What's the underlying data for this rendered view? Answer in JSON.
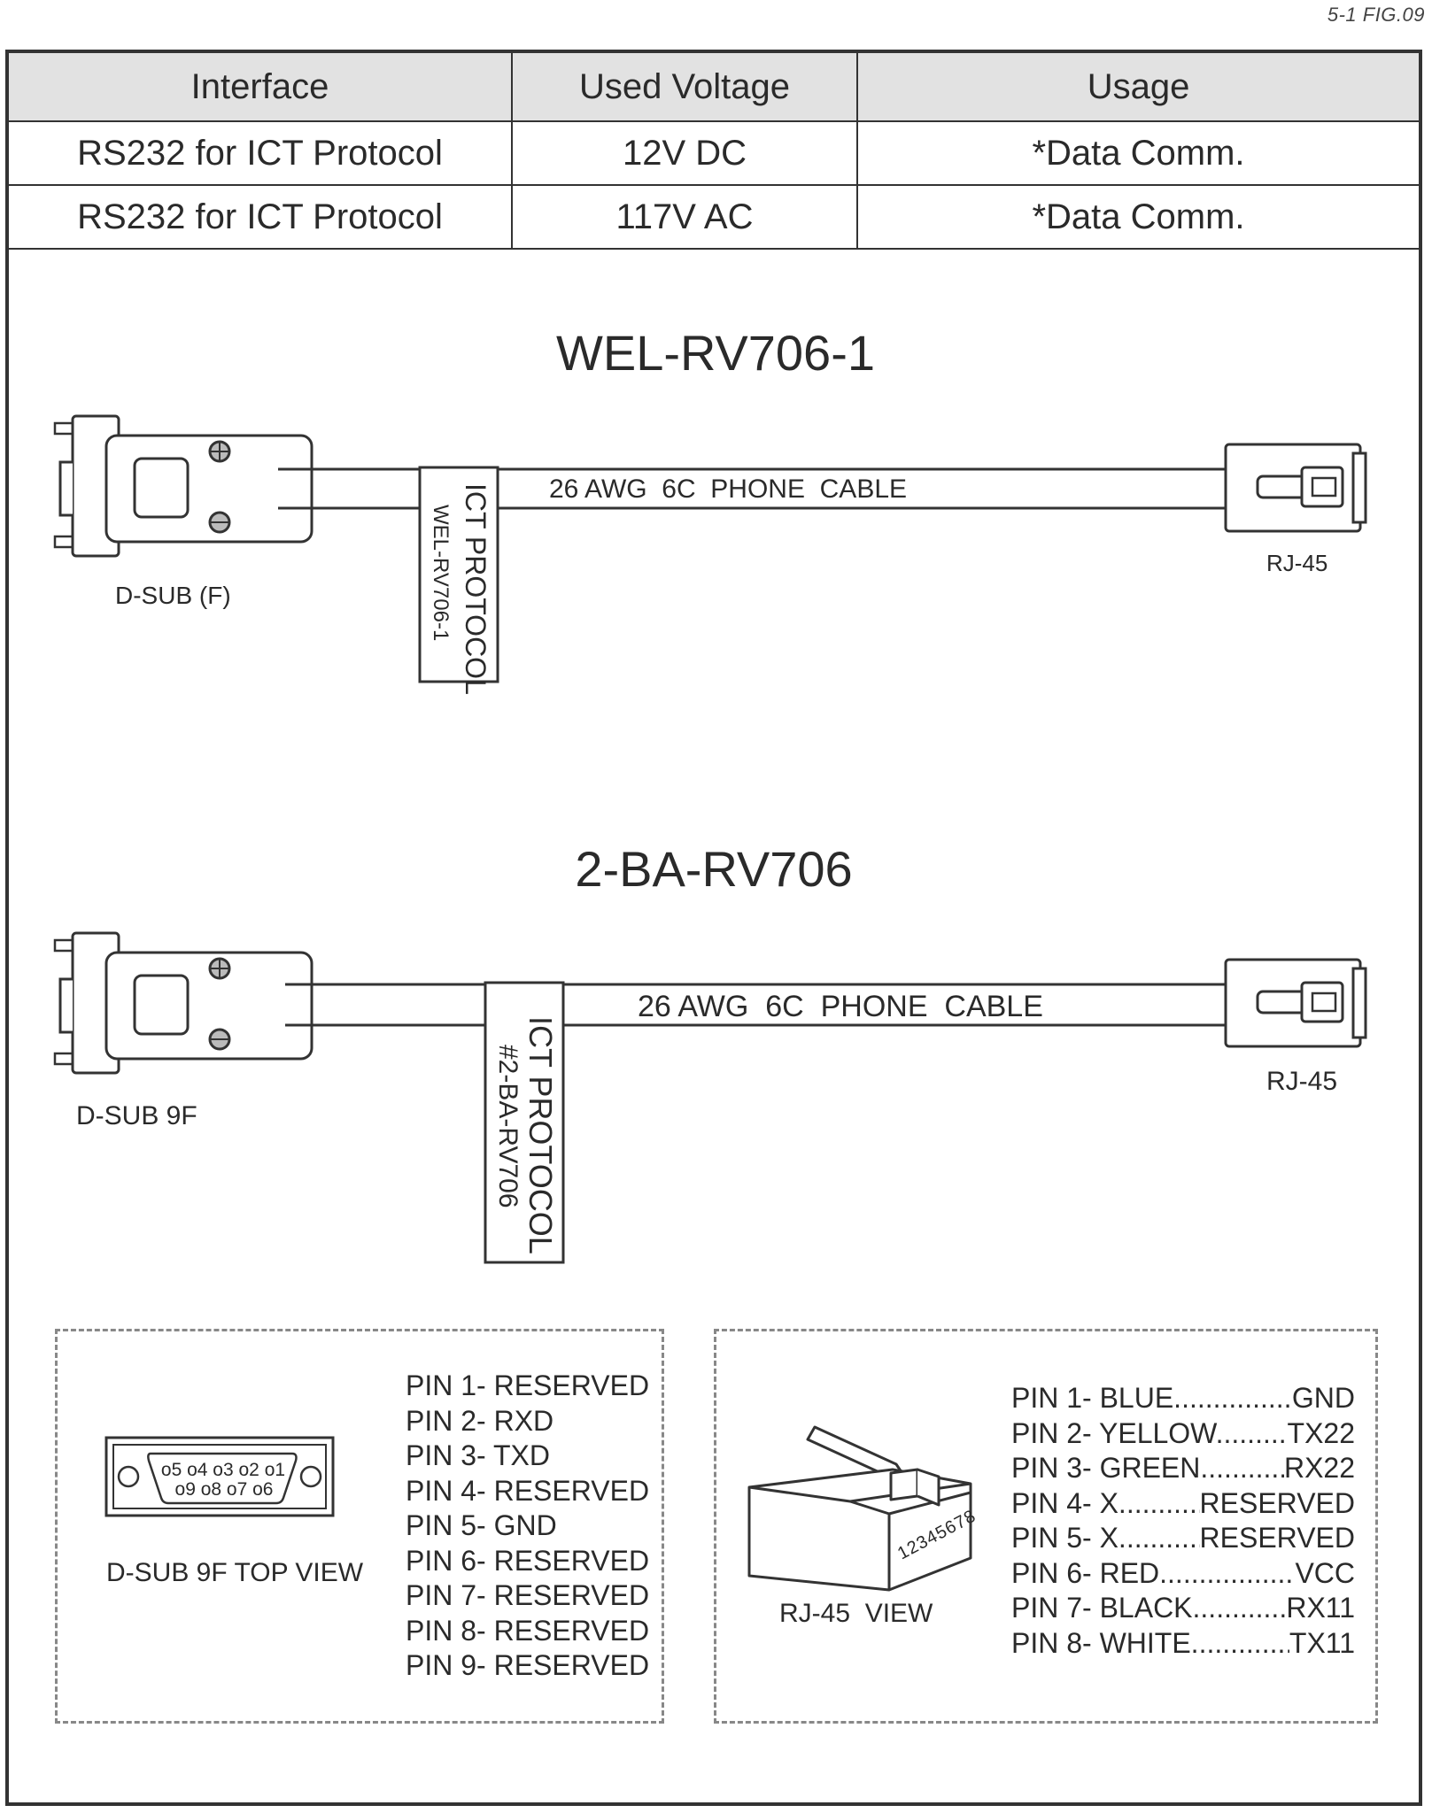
{
  "figure_ref": "5-1 FIG.09",
  "table": {
    "headers": [
      "Interface",
      "Used Voltage",
      "Usage"
    ],
    "rows": [
      [
        "RS232 for ICT Protocol",
        "12V DC",
        "*Data Comm."
      ],
      [
        "RS232 for ICT Protocol",
        "117V AC",
        "*Data Comm."
      ]
    ]
  },
  "cables": [
    {
      "title": "WEL-RV706-1",
      "connector_left": "D-SUB (F)",
      "cable_text": "26 AWG  6C  PHONE  CABLE",
      "connector_right": "RJ-45",
      "tag_line1": "ICT PROTOCOL",
      "tag_line2": "WEL-RV706-1"
    },
    {
      "title": "2-BA-RV706",
      "connector_left": "D-SUB 9F",
      "cable_text": "26 AWG  6C  PHONE  CABLE",
      "connector_right": "RJ-45",
      "tag_line1": "ICT PROTOCOL",
      "tag_line2": "#2-BA-RV706"
    }
  ],
  "dsub_view": {
    "label": "D-SUB 9F TOP VIEW",
    "pins_top": "o5 o4 o3 o2 o1",
    "pins_bottom": "o9 o8 o7 o6",
    "pins": [
      "PIN 1- RESERVED",
      "PIN 2- RXD",
      "PIN 3- TXD",
      "PIN 4- RESERVED",
      "PIN 5- GND",
      "PIN 6- RESERVED",
      "PIN 7- RESERVED",
      "PIN 8- RESERVED",
      "PIN 9- RESERVED"
    ]
  },
  "rj45_view": {
    "label": "RJ-45  VIEW",
    "contact_numbers": "12345678",
    "pins": [
      {
        "name": "PIN 1- BLUE",
        "signal": "GND"
      },
      {
        "name": "PIN 2- YELLOW",
        "signal": "TX22"
      },
      {
        "name": "PIN 3- GREEN",
        "signal": "RX22"
      },
      {
        "name": "PIN 4- X",
        "signal": "RESERVED"
      },
      {
        "name": "PIN 5- X",
        "signal": "RESERVED"
      },
      {
        "name": "PIN 6- RED",
        "signal": "VCC"
      },
      {
        "name": "PIN 7- BLACK",
        "signal": "RX11"
      },
      {
        "name": "PIN 8- WHITE",
        "signal": "TX11"
      }
    ]
  }
}
